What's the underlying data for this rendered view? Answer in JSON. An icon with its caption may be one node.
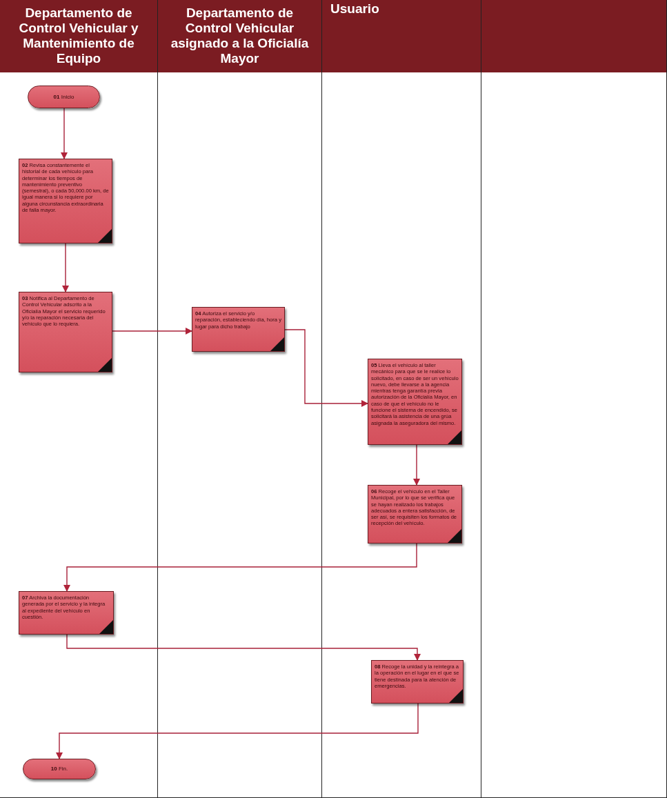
{
  "diagram": {
    "nodes": [
      {
        "text": [
          "Departamento de Control Vehicular y Mantenimiento de Equipo"
        ]
      },
      {
        "text": [
          "Departamento de Control Vehicular asignado a la Oficialía Mayor"
        ]
      },
      {
        "text": [
          "Usuario"
        ]
      },
      {
        "text": [],
        "shape": "box"
      },
      {
        "text": [
          "**01** Inicio"
        ],
        "in": 0
      },
      {
        "text": [
          "**02** Revisa constantemente el historial de cada vehículo para determinar los tiempos de mantenimiento preventivo (semestral), o cada 50,000.00 km, de igual manera si lo requiere por alguna circunstancia extraordinaria de falla mayor."
        ],
        "in": 0
      },
      {
        "text": [
          "**03** Notifica al Departamento de Control Vehicular adscrito a la Oficialía Mayor el servicio requerido y/o la reparación necesaria del vehículo que lo requiera."
        ],
        "in": 0
      },
      {
        "text": [
          "**04** Autoriza el servicio y/o reparación, estableciendo día, hora y lugar para dicho trabajo"
        ],
        "in": 1
      },
      {
        "text": [
          "**05** Lleva el vehículo al taller mecánico para que se le realice lo solicitado, en caso de ser un vehículo nuevo, debe llevarse a la agencia mientras tenga garantía previa autorización de la Oficialía Mayor, en caso de que el vehículo no le funcione el sistema de encendido, se solicitará la asistencia de una grúa asignada la aseguradora del mismo."
        ],
        "in": 2
      },
      {
        "text": [
          "**06** Recoge el vehículo en el Taller Municipal, por lo que se verifica que se hayan realizado los trabajos adecuados a entera satisfacción, de ser así, se requisiten los formatos de recepción del vehículo."
        ],
        "in": 2
      },
      {
        "text": [
          "**07** Archiva la documentación generada por el servicio y la integra al expediente del vehículo en cuestión."
        ],
        "in": 0
      },
      {
        "text": [
          "**08** Recoge la unidad y la reintegra a la operación en el lugar en el que se tiene destinada para la atención de emergencias."
        ],
        "in": 2
      },
      {
        "text": [
          "**10** Fin."
        ],
        "in": 0
      }
    ],
    "edges": [
      {
        "from": 4,
        "to": 5,
        "arrow": "to"
      },
      {
        "from": 5,
        "to": 6,
        "arrow": "to"
      },
      {
        "from": 6,
        "to": 7,
        "arrow": "to"
      },
      {
        "from": 7,
        "to": 8,
        "arrow": "to"
      },
      {
        "from": 8,
        "to": 9,
        "arrow": "to"
      },
      {
        "from": 9,
        "to": 10,
        "arrow": "to"
      },
      {
        "from": 10,
        "to": 11,
        "arrow": "to"
      },
      {
        "from": 11,
        "to": 12,
        "arrow": "to"
      }
    ]
  }
}
